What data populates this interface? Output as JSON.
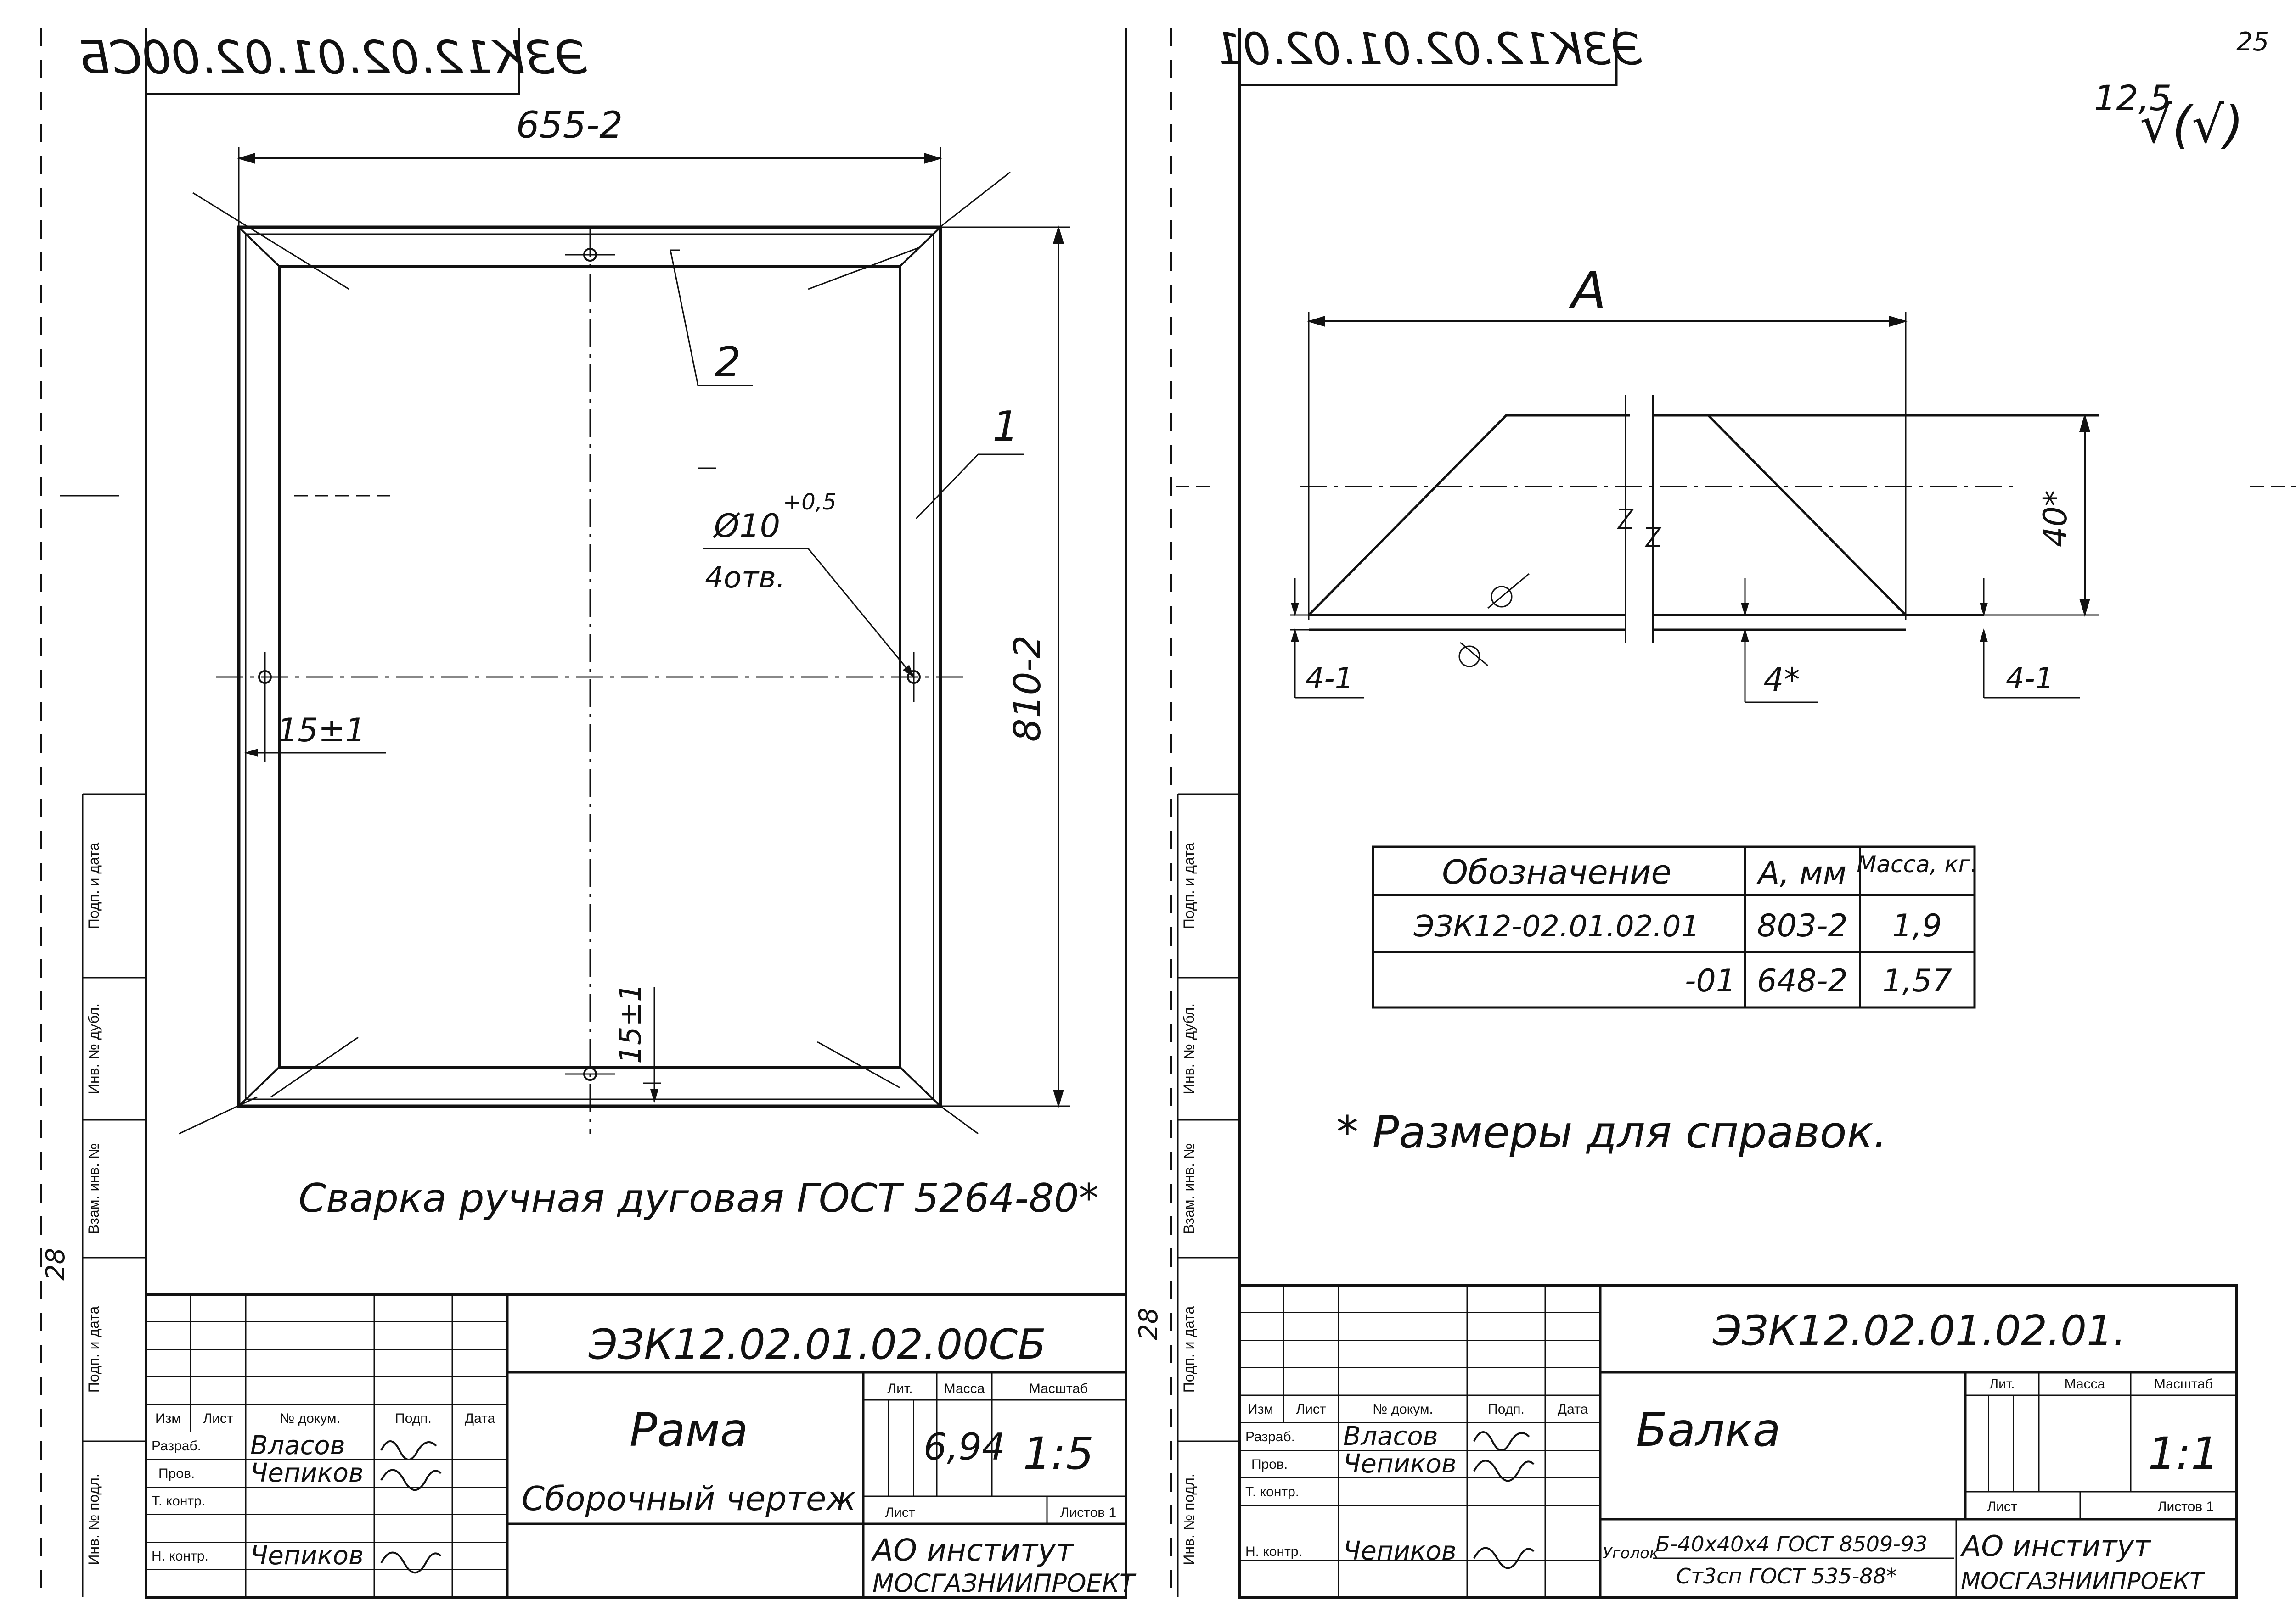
{
  "left_sheet": {
    "stamp_mirrored": "ЭЗК12.02.01.02.00СБ",
    "dim_width": "655-2",
    "dim_height": "810-2",
    "pos_2": "2",
    "pos_1": "1",
    "hole_spec": "Ø10",
    "hole_tol": "+0,5",
    "hole_count": "4отв.",
    "dim_edge_h": "15±1",
    "dim_edge_v": "15±1",
    "weld_note": "Сварка ручная дуговая ГОСТ 5264-80*",
    "title_block": {
      "designation": "ЭЗК12.02.01.02.00СБ",
      "name": "Рама",
      "subtitle": "Сборочный чертеж",
      "col_izm": "Изм",
      "col_list": "Лист",
      "col_doc": "№ докум.",
      "col_sign": "Подп.",
      "col_date": "Дата",
      "row_razrab": "Разраб.",
      "row_prov": "Пров.",
      "row_tkontr": "Т. контр.",
      "row_nkontr": "Н. контр.",
      "razrab_name": "Власов",
      "prov_name": "Чепиков",
      "nkontr_name": "Чепиков",
      "hdr_lit": "Лит.",
      "hdr_mass": "Масса",
      "hdr_scale": "Масштаб",
      "mass": "6,94",
      "scale": "1:5",
      "sheet_label": "Лист",
      "sheets_label": "Листов 1",
      "org_line1": "АО институт",
      "org_line2": "МОСГАЗНИИПРОЕКТ"
    },
    "side_labels": [
      "Подп. и дата",
      "Инв. № дубл.",
      "Взам. инв. №",
      "Подп. и дата",
      "Инв. № подл."
    ]
  },
  "right_sheet": {
    "stamp_mirrored": "ЭЗК12.02.01.02.01",
    "page_corner": "25",
    "roughness": "12,5",
    "roughness_mark": "√(√)",
    "dim_A": "А",
    "dim_40": "40*",
    "dim_4_left": "4-1",
    "dim_4_mid": "4*",
    "dim_4_right": "4-1",
    "table": {
      "headers": [
        "Обозначение",
        "А, мм",
        "Масса, кг."
      ],
      "rows": [
        [
          "ЭЗК12-02.01.02.01",
          "803-2",
          "1,9"
        ],
        [
          "-01",
          "648-2",
          "1,57"
        ]
      ]
    },
    "ref_note": "* Размеры для справок.",
    "title_block": {
      "designation": "ЭЗК12.02.01.02.01.",
      "name": "Балка",
      "col_izm": "Изм",
      "col_list": "Лист",
      "col_doc": "№ докум.",
      "col_sign": "Подп.",
      "col_date": "Дата",
      "row_razrab": "Разраб.",
      "row_prov": "Пров.",
      "row_tkontr": "Т. контр.",
      "row_nkontr": "Н. контр.",
      "razrab_name": "Власов",
      "prov_name": "Чепиков",
      "nkontr_name": "Чепиков",
      "hdr_lit": "Лит.",
      "hdr_mass": "Масса",
      "hdr_scale": "Масштаб",
      "scale": "1:1",
      "sheet_label": "Лист",
      "sheets_label": "Листов 1",
      "material_prefix": "Уголок",
      "material_line1": "Б-40х40х4 ГОСТ 8509-93",
      "material_line2": "Ст3сп ГОСТ 535-88*",
      "org_line1": "АО институт",
      "org_line2": "МОСГАЗНИИПРОЕКТ"
    },
    "side_labels": [
      "Подп. и дата",
      "Инв. № дубл.",
      "Взам. инв. №",
      "Подп. и дата",
      "Инв. № подл."
    ]
  }
}
